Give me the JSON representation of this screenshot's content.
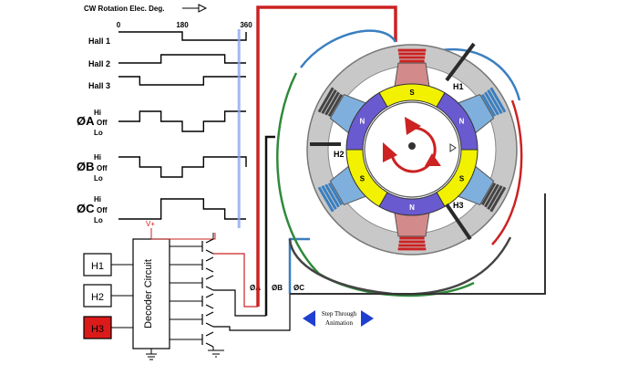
{
  "timing": {
    "header": "CW Rotation Elec. Deg.",
    "ticks": [
      "0",
      "180",
      "360"
    ],
    "hall_labels": [
      "Hall 1",
      "Hall 2",
      "Hall 3"
    ],
    "phase_prefix": "Ø",
    "phases": [
      "A",
      "B",
      "C"
    ],
    "level_labels": [
      "Hi",
      "Off",
      "Lo"
    ],
    "cursor_deg": 340,
    "waves": {
      "hall1": [
        [
          0,
          1
        ],
        [
          180,
          0
        ],
        [
          360,
          1
        ]
      ],
      "hall2": [
        [
          0,
          0
        ],
        [
          120,
          1
        ],
        [
          300,
          0
        ],
        [
          360,
          0
        ]
      ],
      "hall3": [
        [
          0,
          1
        ],
        [
          60,
          0
        ],
        [
          240,
          1
        ],
        [
          360,
          1
        ]
      ],
      "phaseA": [
        [
          0,
          0
        ],
        [
          60,
          1
        ],
        [
          120,
          0
        ],
        [
          180,
          -1
        ],
        [
          240,
          0
        ],
        [
          300,
          1
        ],
        [
          360,
          1
        ]
      ],
      "phaseB": [
        [
          0,
          1
        ],
        [
          60,
          0
        ],
        [
          120,
          -1
        ],
        [
          180,
          0
        ],
        [
          240,
          1
        ],
        [
          300,
          1
        ],
        [
          360,
          0
        ]
      ],
      "phaseC": [
        [
          0,
          -1
        ],
        [
          60,
          -1
        ],
        [
          120,
          1
        ],
        [
          180,
          1
        ],
        [
          240,
          0
        ],
        [
          300,
          -1
        ],
        [
          360,
          -1
        ]
      ]
    }
  },
  "circuit": {
    "sensor_labels": [
      "H1",
      "H2",
      "H3"
    ],
    "active_sensor": "H3",
    "decoder_label": "Decoder Circuit",
    "supply_label": "V+",
    "phase_outputs": [
      "ØA",
      "ØB",
      "ØC"
    ]
  },
  "controls": {
    "step_label_line1": "Step Through",
    "step_label_line2": "Animation"
  },
  "motor": {
    "sensor_labels": [
      "H1",
      "H2",
      "H3"
    ],
    "pole_labels": [
      "S",
      "N",
      "S",
      "N",
      "S",
      "N"
    ]
  },
  "colors": {
    "phase_a": "#cc2222",
    "phase_b": "#3a7fc0",
    "phase_c": "#2f8a3a",
    "neutral": "#444444",
    "magnet_s": "#f2f200",
    "magnet_n": "#6a5ad0",
    "stator": "#c8c8c8",
    "cursor": "#8aa8f0",
    "active_sensor": "#dd1a1a"
  }
}
